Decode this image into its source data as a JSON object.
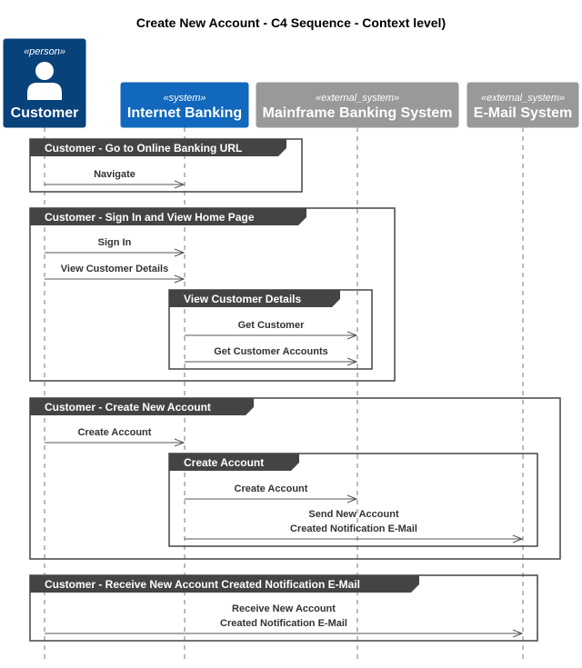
{
  "title": "Create New Account - C4 Sequence - Context level)",
  "participants": [
    {
      "stereotype": "«person»",
      "name": "Customer",
      "color": "#08427b"
    },
    {
      "stereotype": "«system»",
      "name": "Internet Banking",
      "color": "#1168bd"
    },
    {
      "stereotype": "«external_system»",
      "name": "Mainframe Banking System",
      "color": "#999999"
    },
    {
      "stereotype": "«external_system»",
      "name": "E-Mail System",
      "color": "#999999"
    }
  ],
  "groups": [
    {
      "label": "Customer - Go to Online Banking URL"
    },
    {
      "label": "Customer - Sign In and View Home Page"
    },
    {
      "label": "View Customer Details"
    },
    {
      "label": "Customer - Create New Account"
    },
    {
      "label": "Create Account"
    },
    {
      "label": "Customer - Receive New Account Created Notification E-Mail"
    }
  ],
  "messages": [
    {
      "from": 0,
      "to": 1,
      "lines": [
        "Navigate"
      ]
    },
    {
      "from": 0,
      "to": 1,
      "lines": [
        "Sign In"
      ]
    },
    {
      "from": 0,
      "to": 1,
      "lines": [
        "View Customer Details"
      ]
    },
    {
      "from": 1,
      "to": 2,
      "lines": [
        "Get Customer"
      ]
    },
    {
      "from": 1,
      "to": 2,
      "lines": [
        "Get Customer Accounts"
      ]
    },
    {
      "from": 0,
      "to": 1,
      "lines": [
        "Create Account"
      ]
    },
    {
      "from": 1,
      "to": 2,
      "lines": [
        "Create Account"
      ]
    },
    {
      "from": 1,
      "to": 3,
      "lines": [
        "Send New Account",
        "Created Notification E-Mail"
      ]
    },
    {
      "from": 0,
      "to": 3,
      "lines": [
        "Receive New Account",
        "Created Notification E-Mail"
      ]
    }
  ]
}
